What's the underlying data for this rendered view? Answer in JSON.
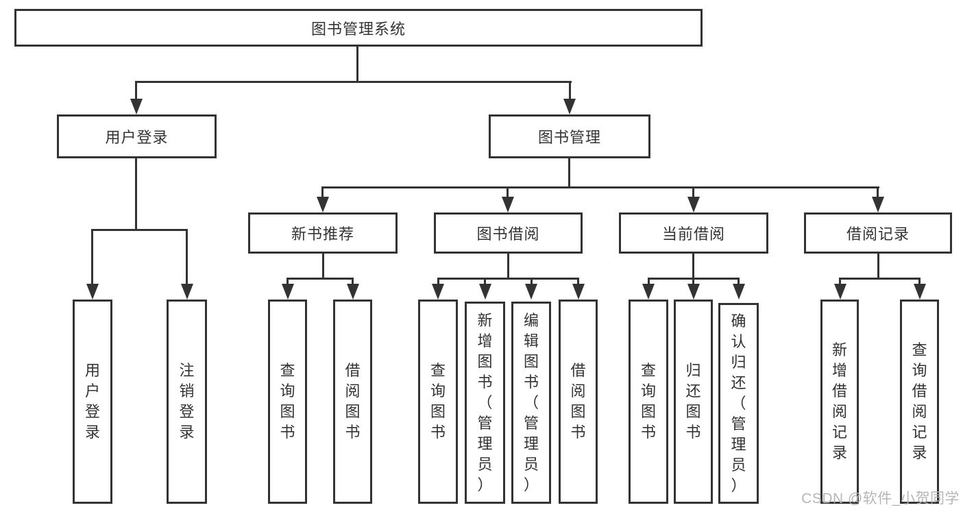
{
  "tree": {
    "root": {
      "label": "图书管理系统",
      "children": [
        {
          "label": "用户登录",
          "children": [
            {
              "label": "用户登录"
            },
            {
              "label": "注销登录"
            }
          ]
        },
        {
          "label": "图书管理",
          "children": [
            {
              "label": "新书推荐",
              "children": [
                {
                  "label": "查询图书"
                },
                {
                  "label": "借阅图书"
                }
              ]
            },
            {
              "label": "图书借阅",
              "children": [
                {
                  "label": "查询图书"
                },
                {
                  "label": "新增图书（管理员）"
                },
                {
                  "label": "编辑图书（管理员）"
                },
                {
                  "label": "借阅图书"
                }
              ]
            },
            {
              "label": "当前借阅",
              "children": [
                {
                  "label": "查询图书"
                },
                {
                  "label": "归还图书"
                },
                {
                  "label": "确认归还（管理员）"
                }
              ]
            },
            {
              "label": "借阅记录",
              "children": [
                {
                  "label": "新增借阅记录"
                },
                {
                  "label": "查询借阅记录"
                }
              ]
            }
          ]
        }
      ]
    }
  },
  "watermark": {
    "text": "CSDN @软件_小贺同学"
  },
  "colors": {
    "line": "#333333",
    "text": "#333333",
    "background": "#ffffff",
    "watermark": "#b3b3b3"
  }
}
